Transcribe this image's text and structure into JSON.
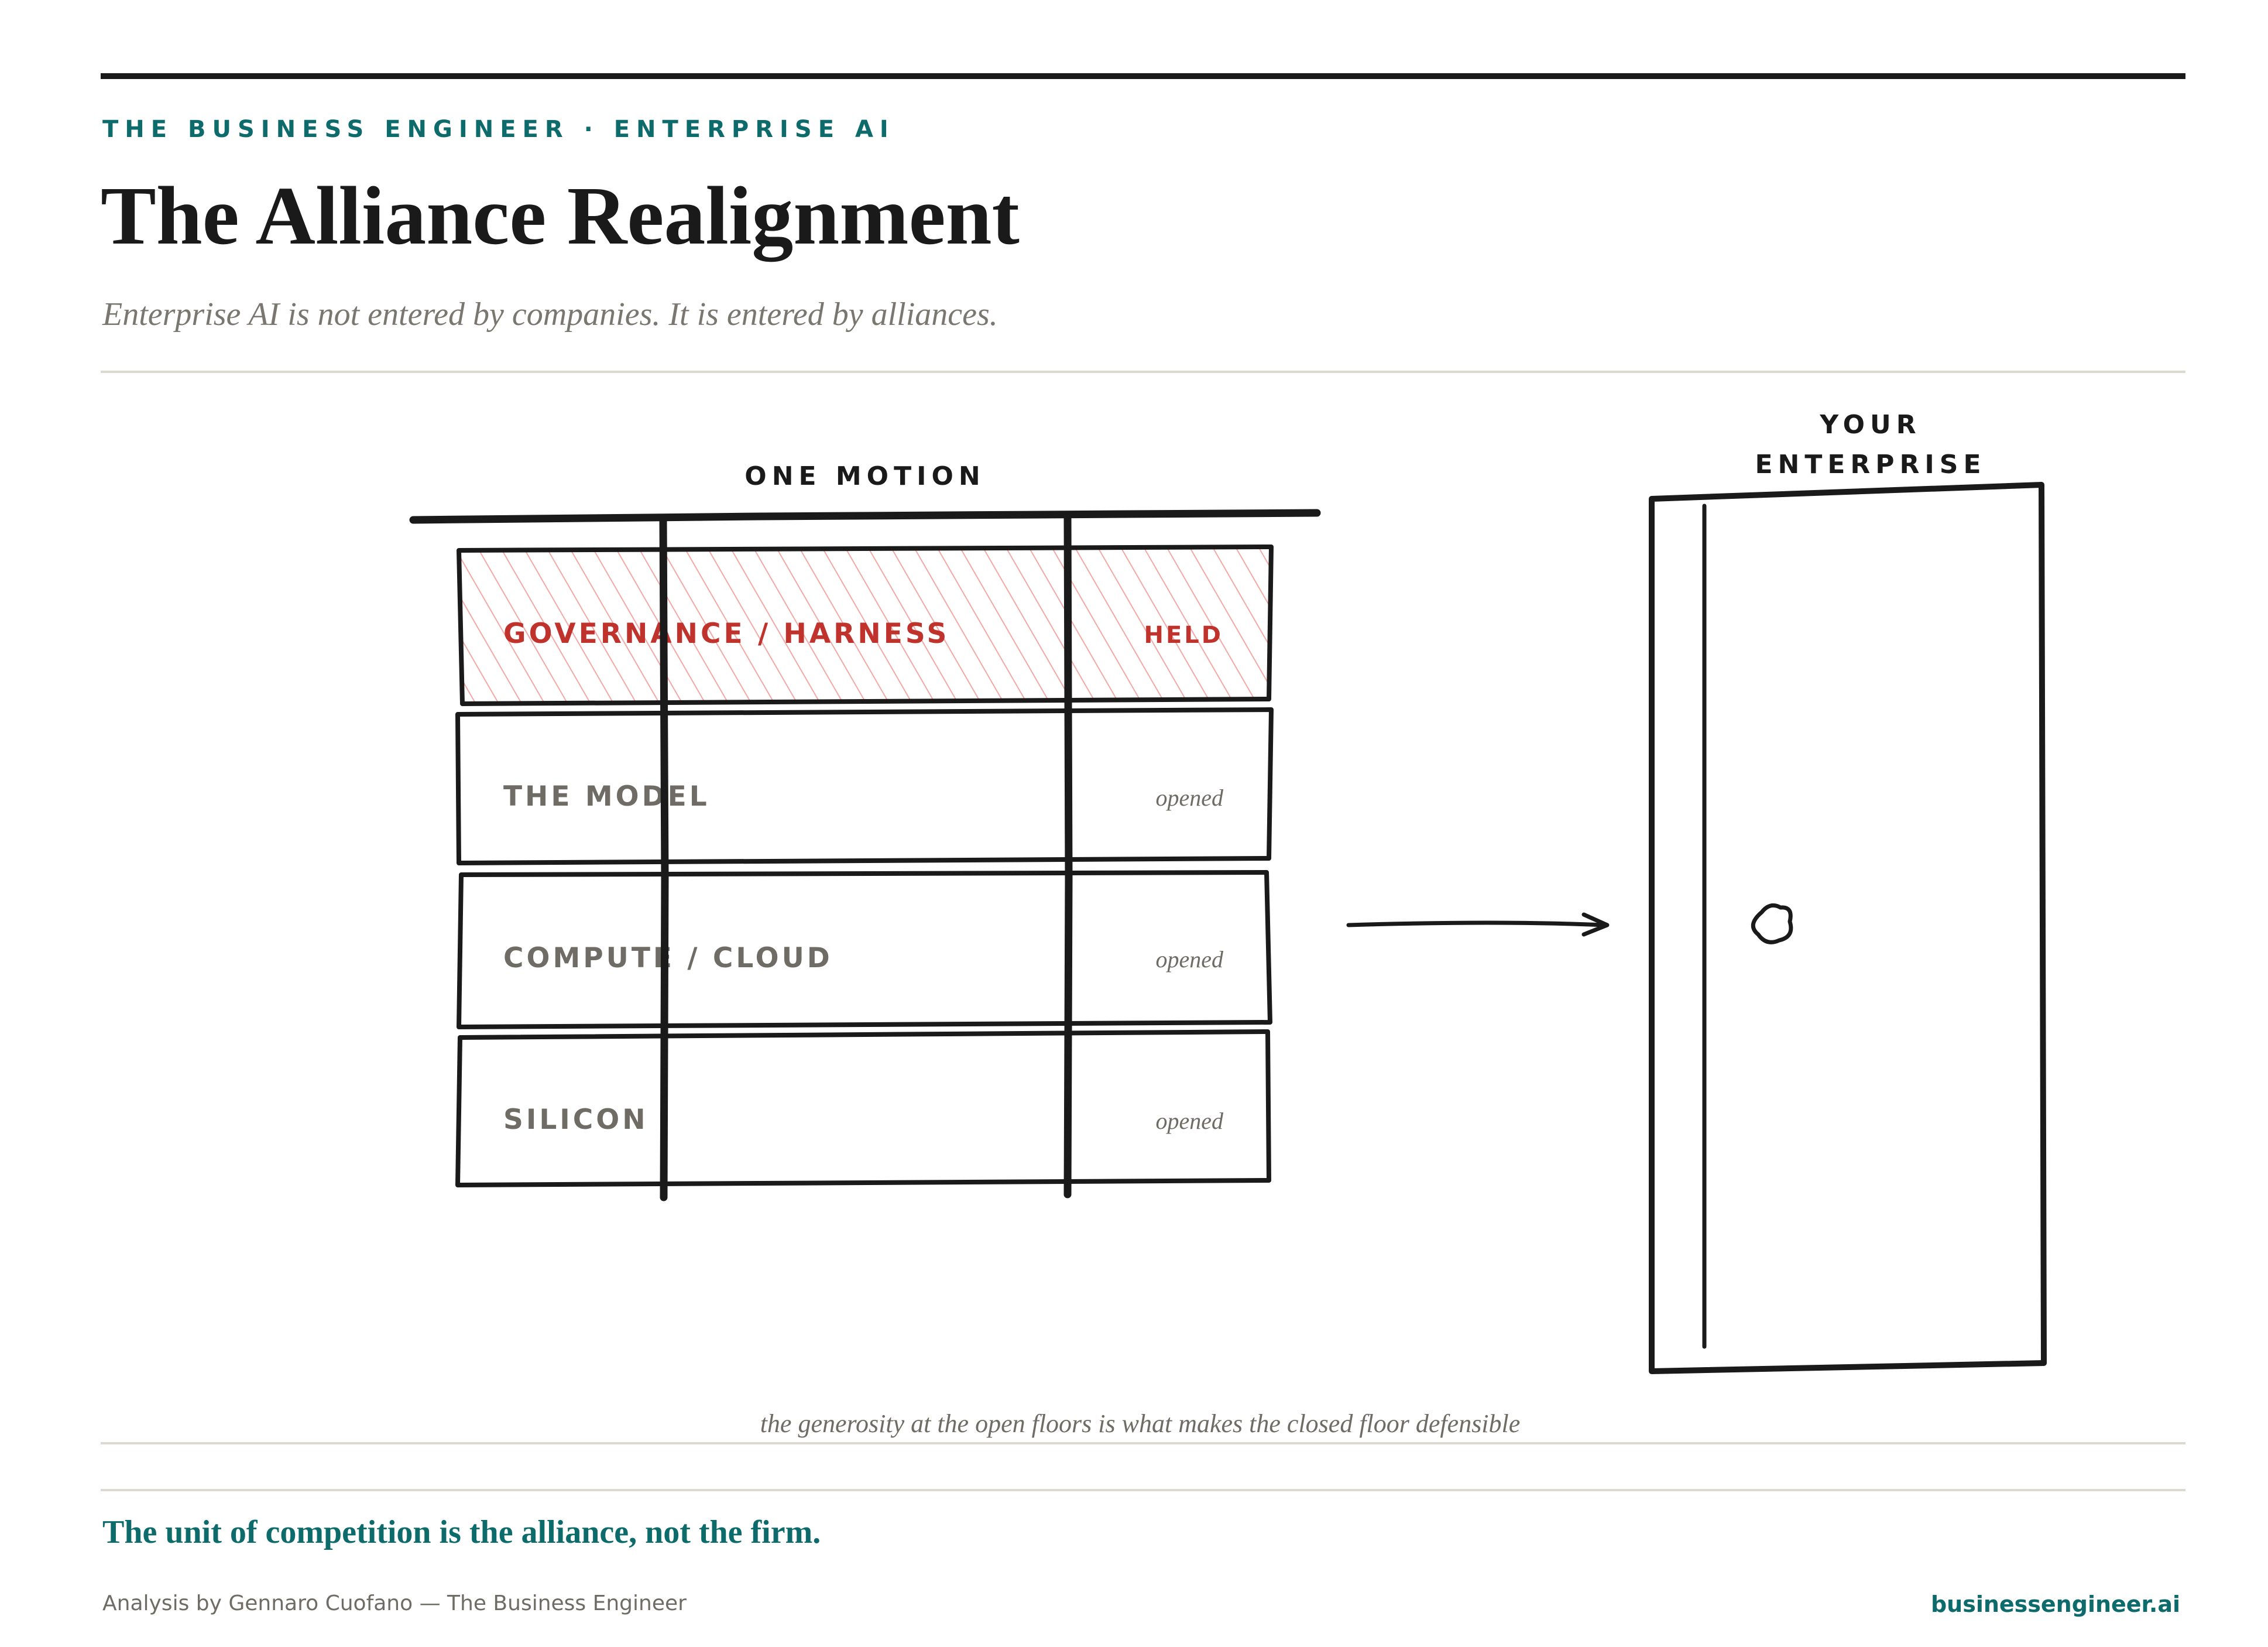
{
  "header": {
    "kicker": "THE BUSINESS ENGINEER · ENTERPRISE AI",
    "title": "The Alliance Realignment",
    "subtitle": "Enterprise AI is not entered by companies. It is entered by alliances."
  },
  "diagram": {
    "stack_label": "ONE MOTION",
    "layers": [
      {
        "name": "GOVERNANCE / HARNESS",
        "state": "HELD",
        "held": true
      },
      {
        "name": "THE MODEL",
        "state": "opened",
        "held": false
      },
      {
        "name": "COMPUTE / CLOUD",
        "state": "opened",
        "held": false
      },
      {
        "name": "SILICON",
        "state": "opened",
        "held": false
      }
    ],
    "door_label": {
      "line1": "YOUR",
      "line2": "ENTERPRISE"
    },
    "caption": "the generosity at the open floors is what makes the closed floor defensible"
  },
  "footer": {
    "takeaway": "The unit of competition is the alliance, not the firm.",
    "byline": "Analysis by Gennaro Cuofano — The Business Engineer",
    "site": "businessengineer.ai"
  },
  "colors": {
    "accent": "#0e6b6b",
    "held": "#c0322c",
    "ink": "#1a1a1a",
    "muted": "#6f6b65"
  }
}
